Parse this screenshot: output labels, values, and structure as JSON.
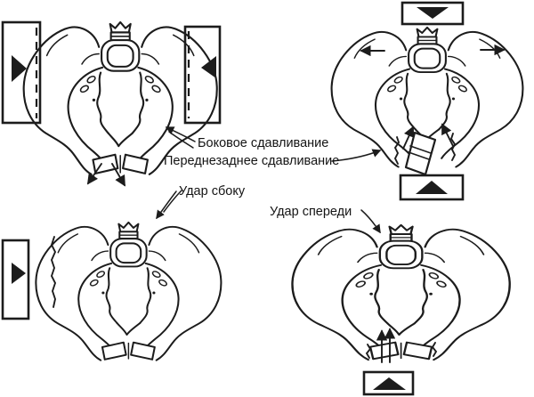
{
  "page": {
    "background_color": "#ffffff",
    "line_color": "#1c1c1c",
    "description_language": "ru"
  },
  "labels": {
    "lateral_compression": "Боковое сдавливание",
    "anteroposterior_compression": "Переднезаднее сдавливание",
    "side_impact": "Удар сбоку",
    "front_impact": "Удар спереди"
  },
  "diagrams": [
    {
      "id": "lateral-compression",
      "position": "top-left",
      "caption_ref": "lateral_compression",
      "force_icons": [
        "plate-right-arrow-icon",
        "plate-left-arrow-icon"
      ],
      "extra_marks": [
        "dashed-compression-lines",
        "diverging-pubic-arrows"
      ]
    },
    {
      "id": "anteroposterior-compression",
      "position": "top-right",
      "caption_ref": "anteroposterior_compression",
      "force_icons": [
        "plate-down-arrow-icon",
        "plate-up-arrow-icon"
      ],
      "extra_marks": [
        "wings-spread-arrows",
        "pubic-fragment-fracture",
        "converging-arrows"
      ]
    },
    {
      "id": "side-impact",
      "position": "bottom-left",
      "caption_ref": "side_impact",
      "force_icons": [
        "plate-right-arrow-icon"
      ],
      "extra_marks": [
        "iliac-wing-fracture-line"
      ]
    },
    {
      "id": "front-impact",
      "position": "bottom-right",
      "caption_ref": "front_impact",
      "force_icons": [
        "plate-up-arrow-icon"
      ],
      "extra_marks": [
        "pubic-rami-fractures",
        "upward-pubic-arrows"
      ]
    }
  ]
}
